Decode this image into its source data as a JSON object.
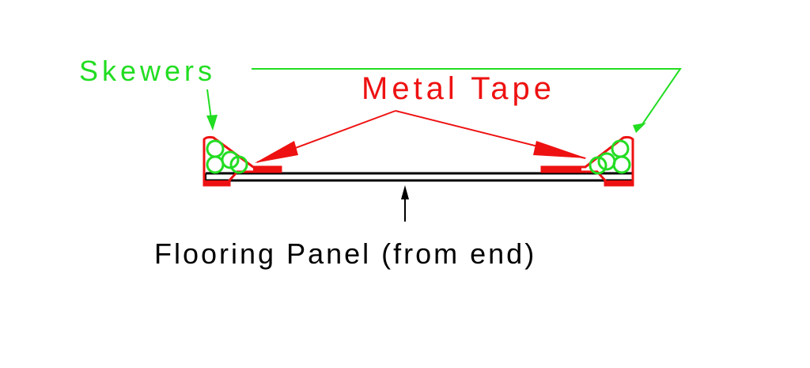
{
  "labels": {
    "skewers": "Skewers",
    "metal_tape": "Metal Tape",
    "flooring_panel": "Flooring Panel (from end)"
  },
  "colors": {
    "skewers": "#22dd22",
    "metal_tape": "#ee1111",
    "panel": "#000000",
    "background": "#ffffff"
  }
}
